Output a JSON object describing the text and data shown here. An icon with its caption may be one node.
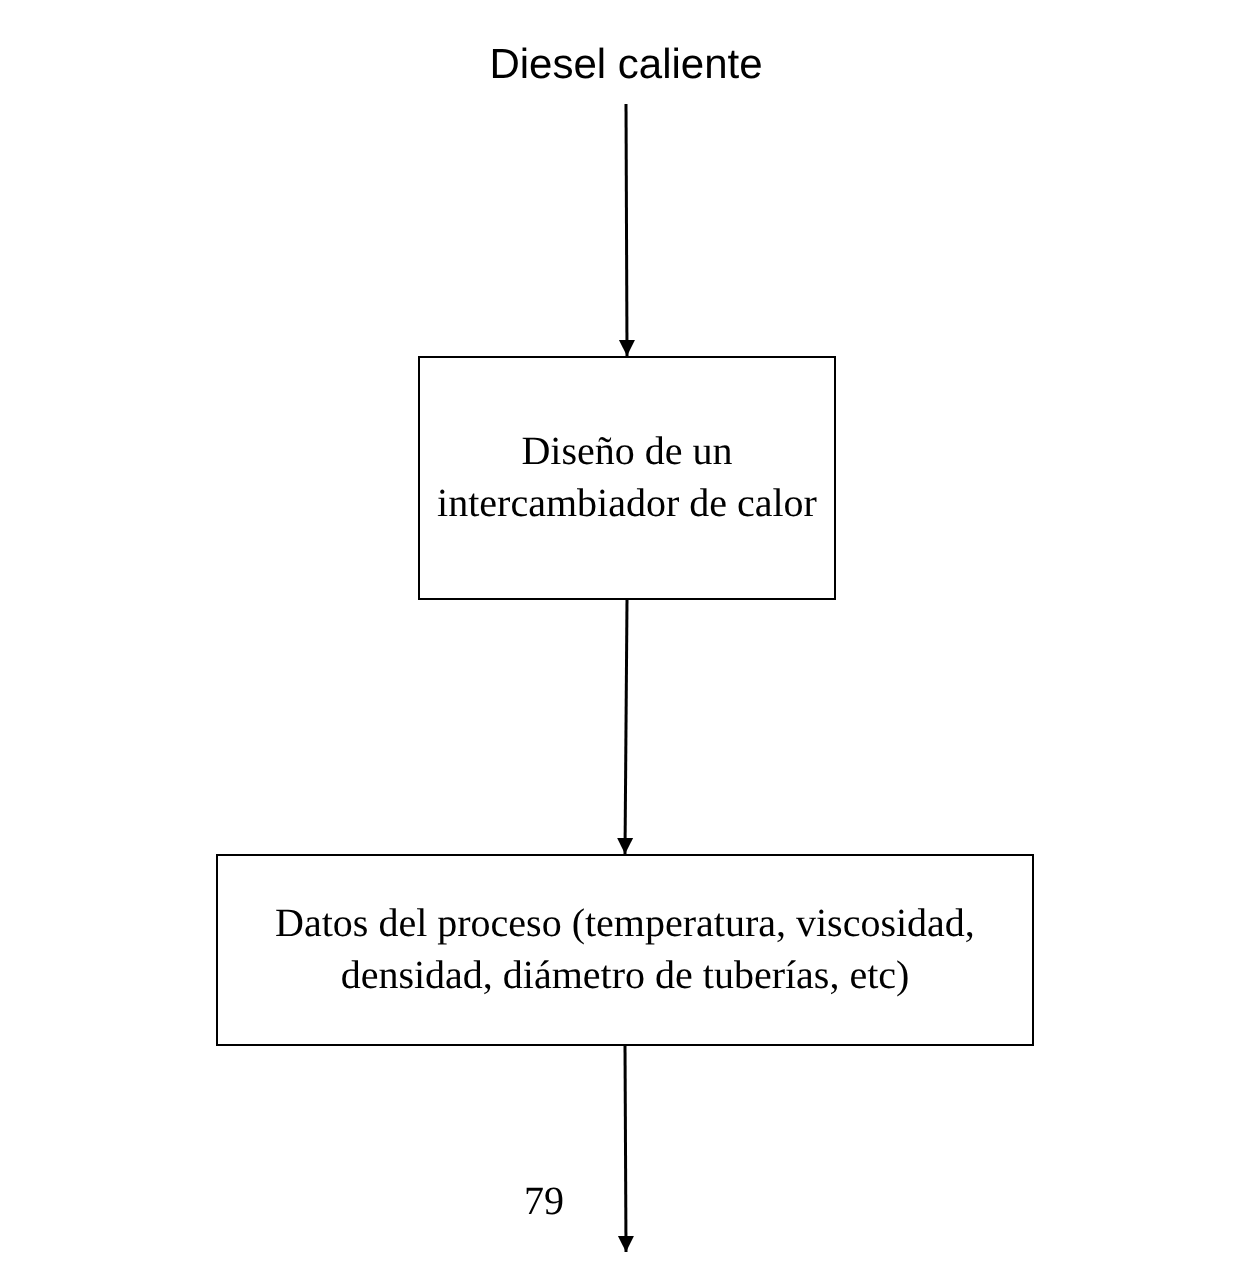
{
  "diagram": {
    "nodes": [
      {
        "text": [
          "Diesel caliente"
        ]
      },
      {
        "text": [
          "Diseño de un intercambiador de calor"
        ]
      },
      {
        "text": [
          "Datos del proceso (temperatura, viscosidad, densidad, diámetro de tuberías, etc)"
        ]
      }
    ],
    "edges": [
      {
        "from": 0,
        "to": 1,
        "arrow": "to"
      },
      {
        "from": 1,
        "to": 2,
        "arrow": "to"
      },
      {
        "from": 2,
        "to": null,
        "arrow": "to"
      }
    ],
    "labels": [
      "79"
    ]
  }
}
